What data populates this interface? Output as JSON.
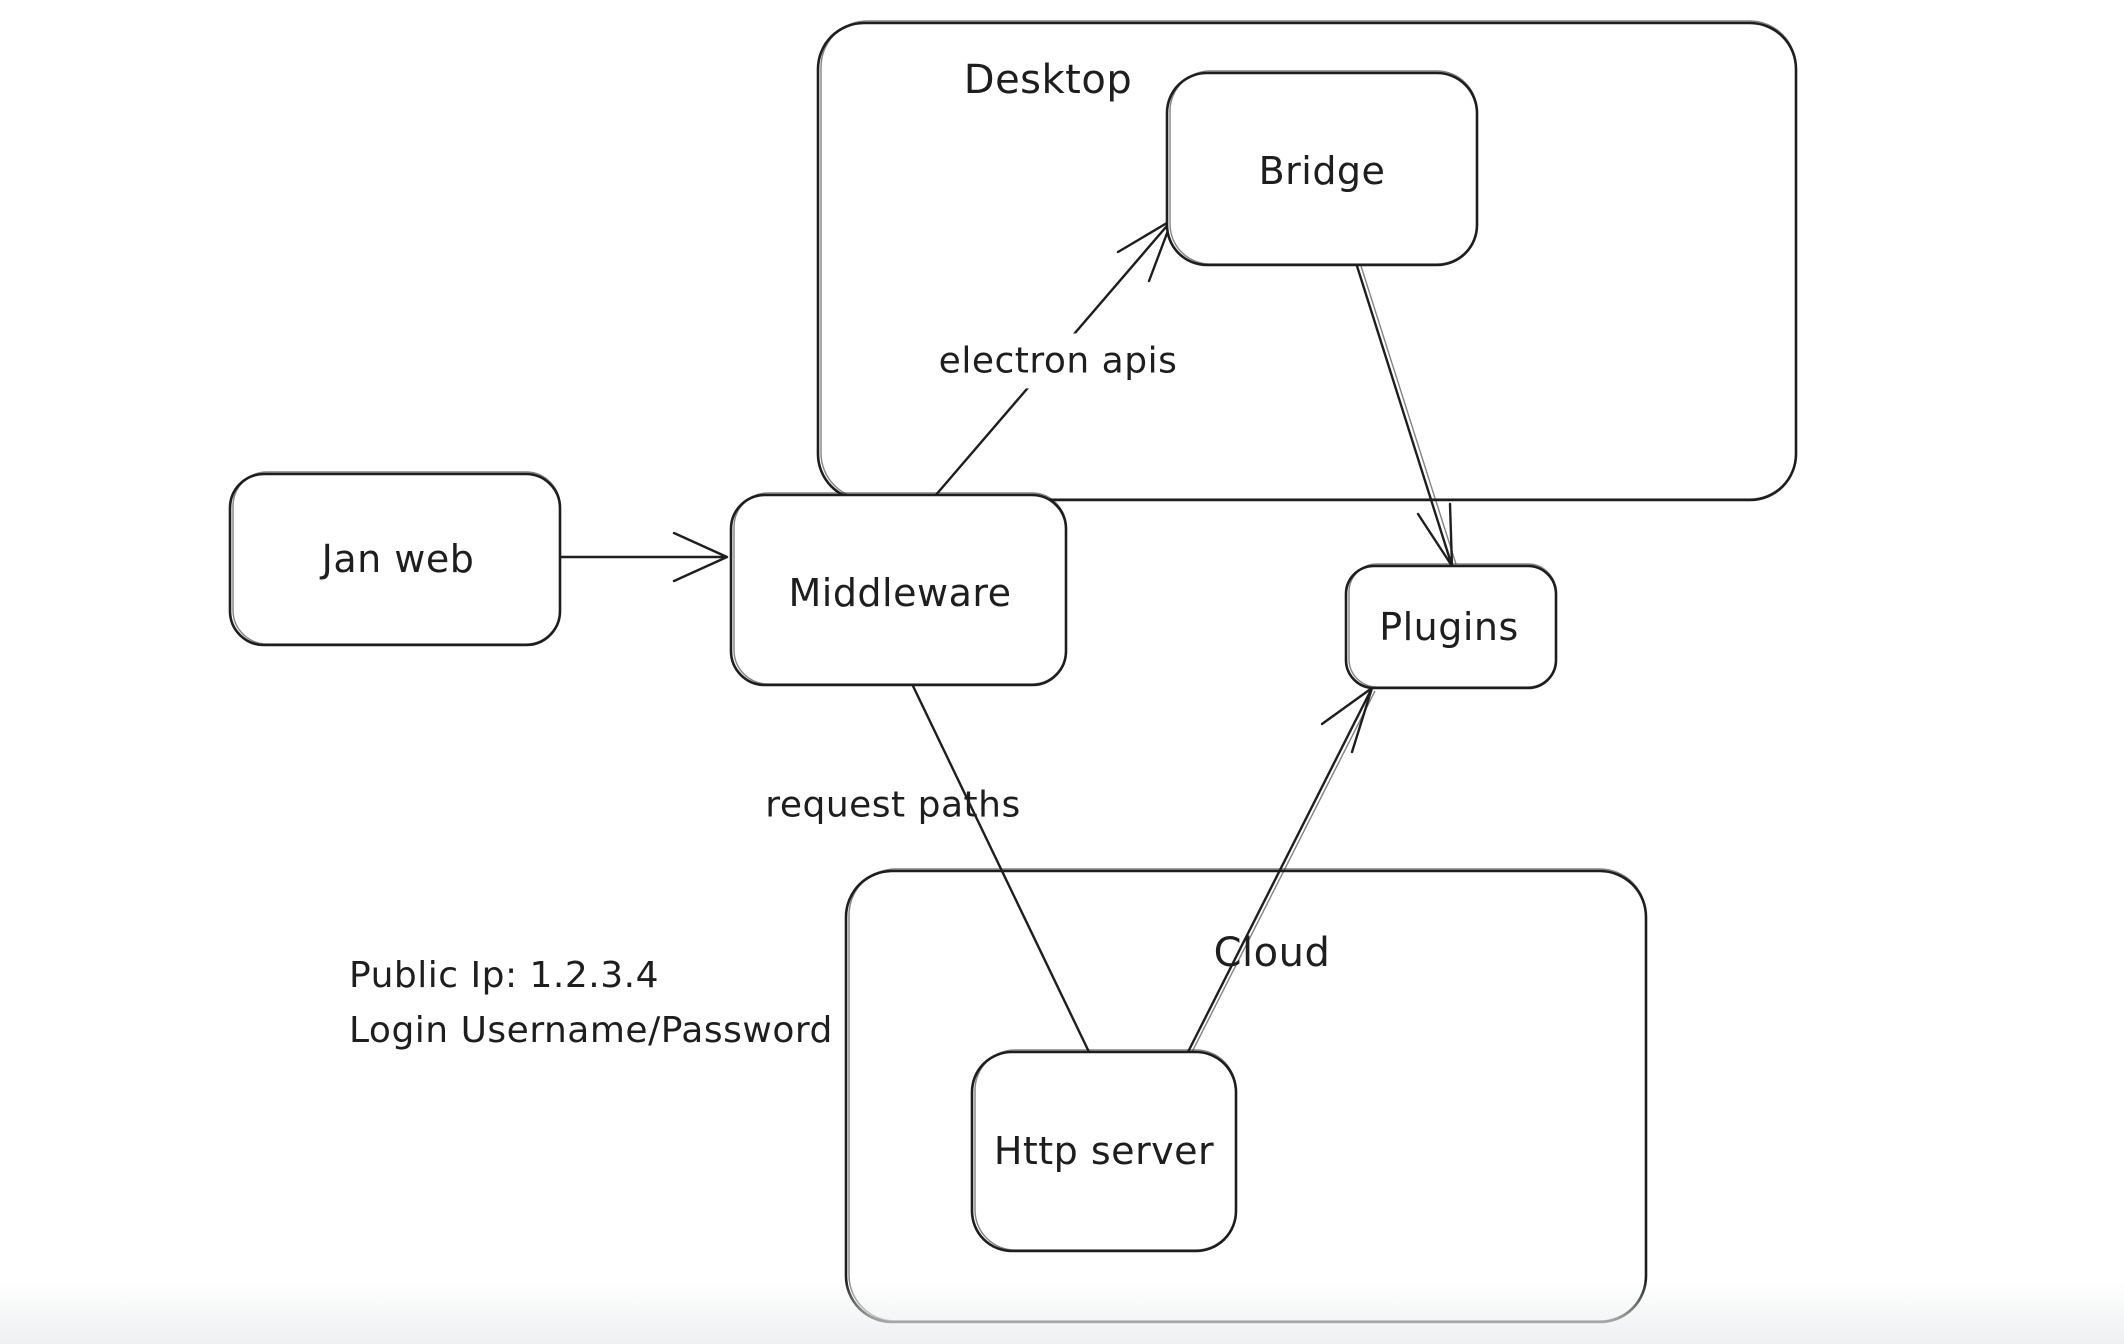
{
  "diagram": {
    "tool": "hand-drawn-diagram",
    "colors": {
      "stroke": "#1e1e1e",
      "background": "#ffffff",
      "bottom_fade": "#eef0f1"
    },
    "containers": [
      {
        "label": "Desktop"
      },
      {
        "label": "Cloud"
      }
    ],
    "nodes": [
      {
        "label": "Jan web"
      },
      {
        "label": "Bridge"
      },
      {
        "label": "Middleware"
      },
      {
        "label": "Plugins"
      },
      {
        "label": "Http server"
      }
    ],
    "edges": [
      {
        "from": "Jan web",
        "to": "Middleware",
        "label": ""
      },
      {
        "from": "Middleware",
        "to": "Bridge",
        "label": "electron apis"
      },
      {
        "from": "Bridge",
        "to": "Plugins",
        "label": ""
      },
      {
        "from": "Middleware",
        "to": "Http server",
        "label": "request paths"
      },
      {
        "from": "Http server",
        "to": "Plugins",
        "label": ""
      }
    ],
    "annotations": {
      "line1": "Public Ip: 1.2.3.4",
      "line2": "Login Username/Password"
    }
  }
}
